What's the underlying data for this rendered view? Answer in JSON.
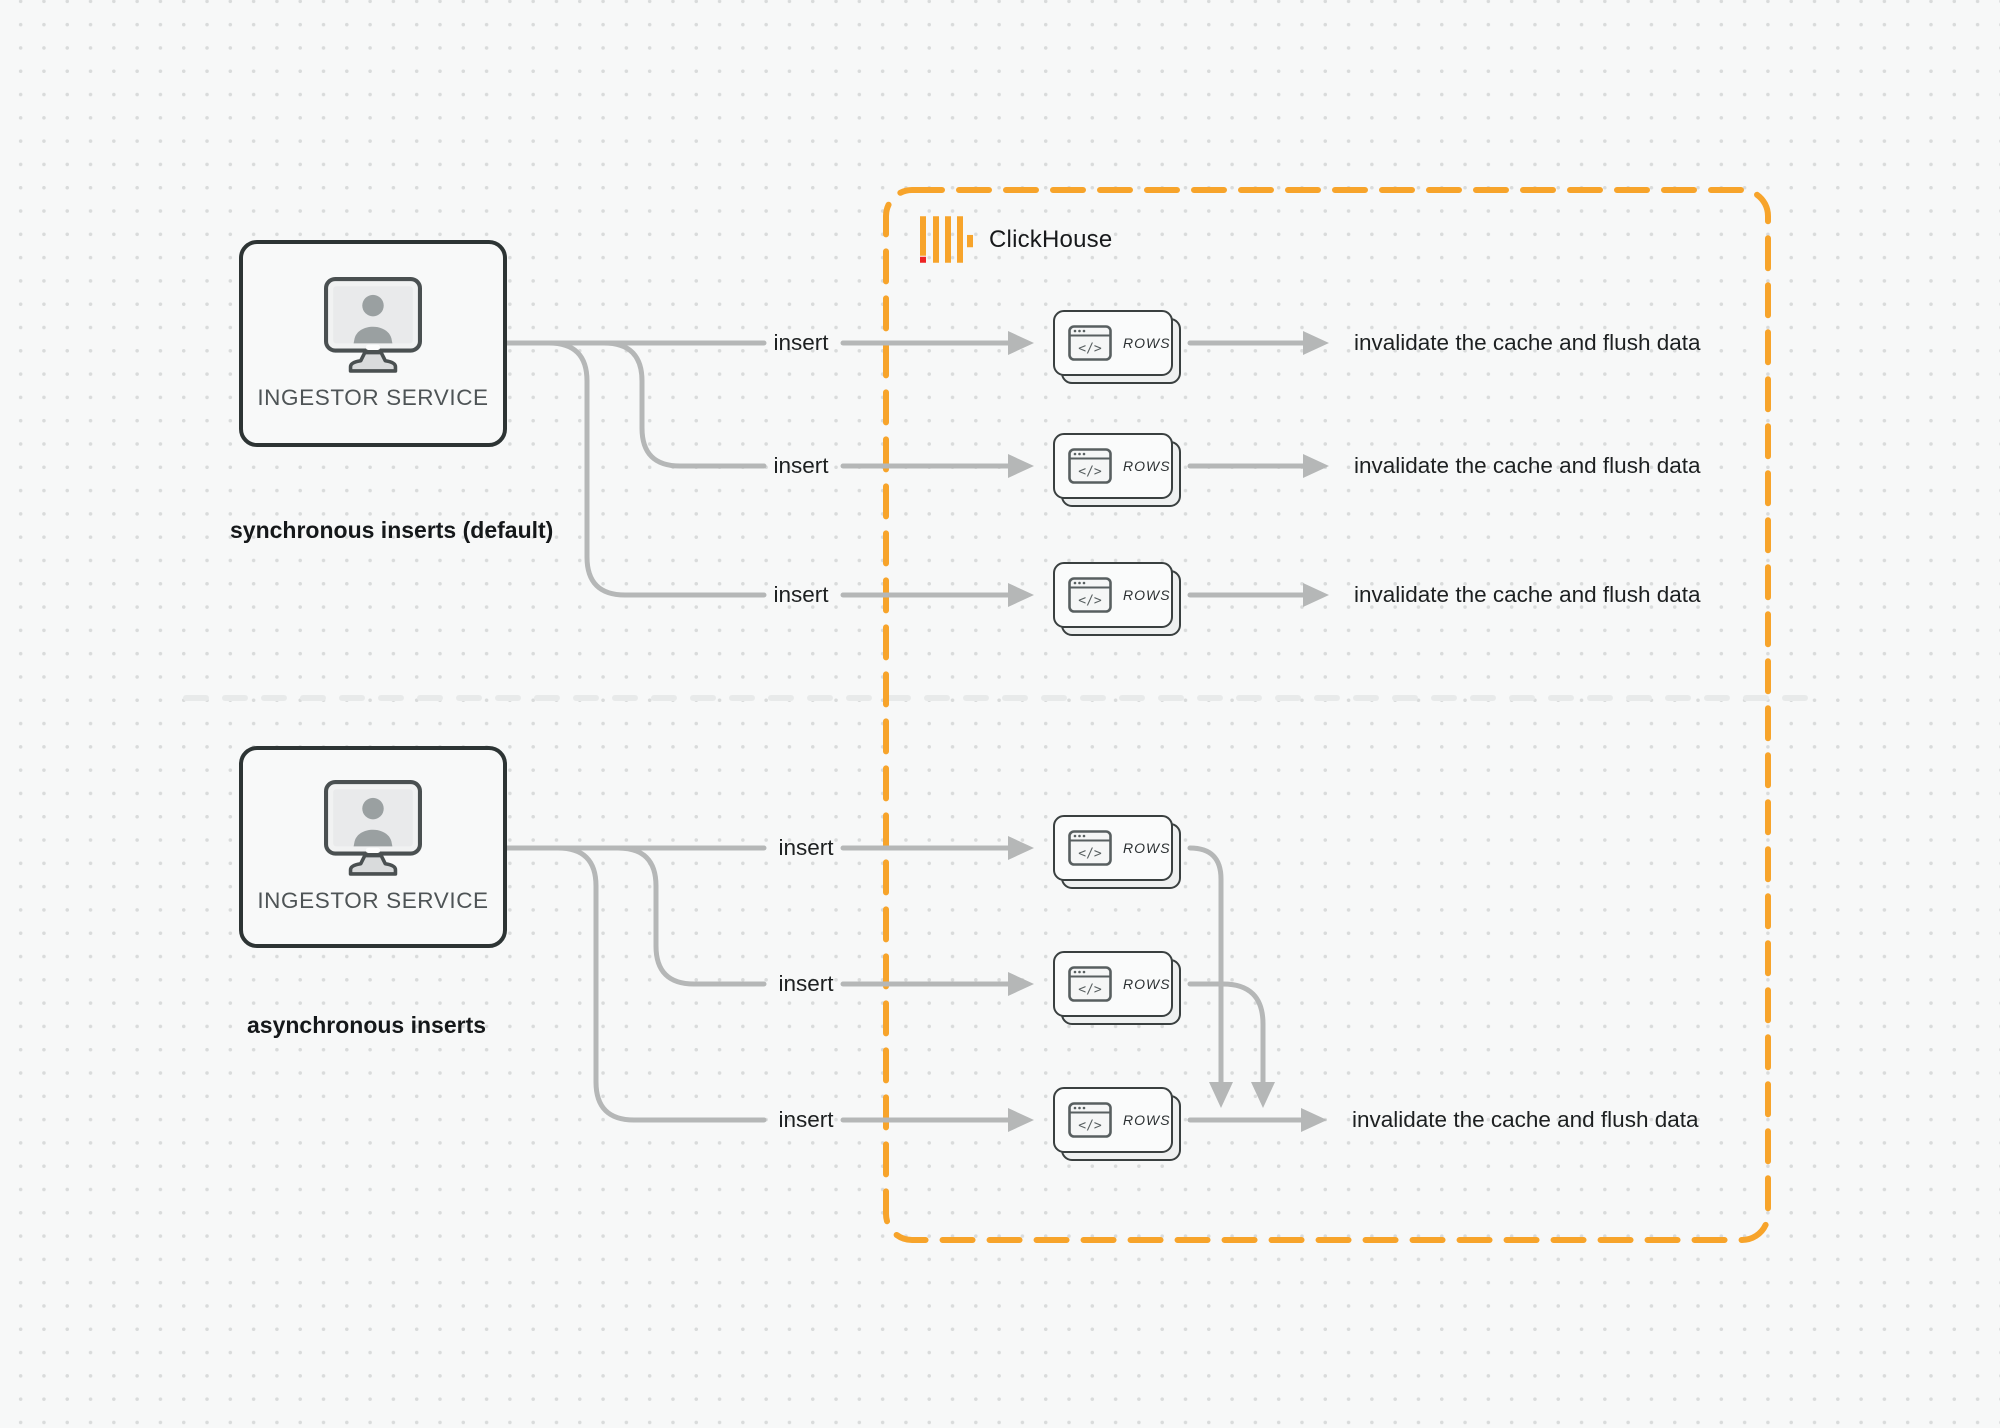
{
  "clickhouse_panel": {
    "title": "ClickHouse"
  },
  "sync_flow": {
    "caption": "synchronous inserts (default)",
    "service_label": "INGESTOR SERVICE",
    "rows": [
      {
        "insert_label": "insert",
        "card_label": "ROWS",
        "result_label": "invalidate the cache and flush data"
      },
      {
        "insert_label": "insert",
        "card_label": "ROWS",
        "result_label": "invalidate the cache and flush data"
      },
      {
        "insert_label": "insert",
        "card_label": "ROWS",
        "result_label": "invalidate the cache and flush data"
      }
    ]
  },
  "async_flow": {
    "caption": "asynchronous inserts",
    "service_label": "INGESTOR SERVICE",
    "rows": [
      {
        "insert_label": "insert",
        "card_label": "ROWS"
      },
      {
        "insert_label": "insert",
        "card_label": "ROWS"
      },
      {
        "insert_label": "insert",
        "card_label": "ROWS"
      }
    ],
    "result_label": "invalidate the cache and flush data"
  },
  "colors": {
    "accent_orange": "#F7A42B",
    "logo_red": "#EE2424",
    "connector_gray": "#b5b7b7",
    "divider_gray": "#e8eaea"
  }
}
